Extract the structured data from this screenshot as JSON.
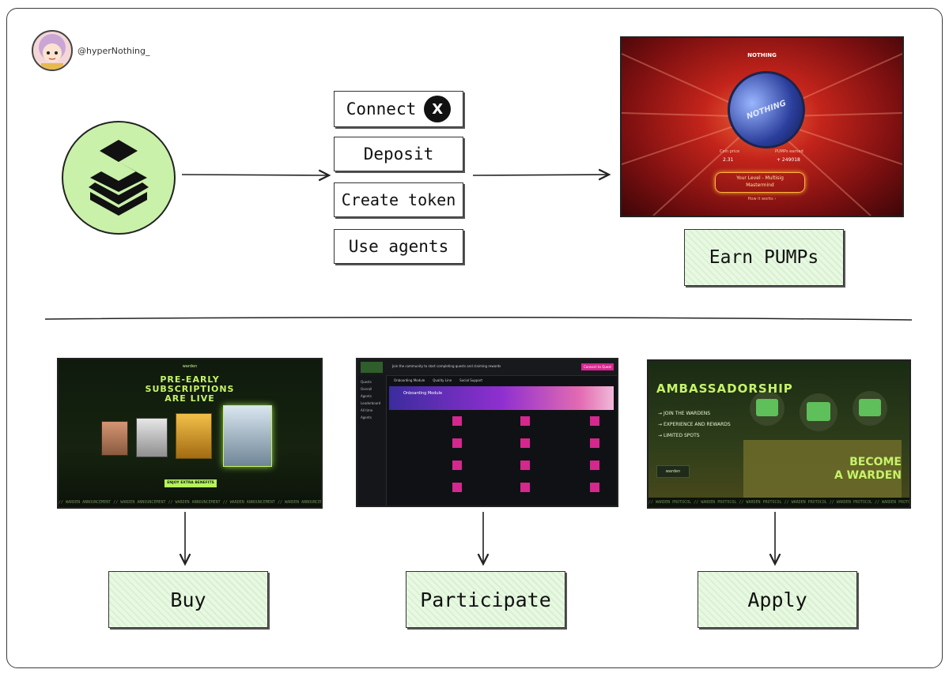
{
  "author": {
    "handle": "@hyperNothing_"
  },
  "flow_top": {
    "actions": [
      "Connect",
      "Deposit",
      "Create token",
      "Use agents"
    ],
    "connect_badge": "X",
    "result_label": "Earn PUMPs",
    "game_screen": {
      "title": "NOTHING",
      "coin_text": "NOTHING",
      "coin_price_label": "Coin price",
      "coin_price_value": "2.31",
      "pumps_label": "PUMPs earned",
      "pumps_value": "+ 249018",
      "level_line1": "Your Level - Multisig",
      "level_line2": "Mastermind",
      "how_link": "How it works ›"
    }
  },
  "flow_bottom": [
    {
      "label": "Buy",
      "screen": {
        "brand": "warden",
        "headline1": "PRE-EARLY",
        "headline2": "SUBSCRIPTIONS",
        "headline3": "ARE LIVE",
        "cta": "ENJOY EXTRA BENEFITS",
        "ticker": "// WARDEN ANNOUNCEMENT // WARDEN ANNOUNCEMENT // WARDEN ANNOUNCEMENT // WARDEN ANNOUNCEMENT // WARDEN ANNOUNCEMENT //"
      }
    },
    {
      "label": "Participate",
      "screen": {
        "banner": "Join the community to start completing quests and claiming rewards",
        "connect": "Connect to Quest",
        "tabs": [
          "Onboarding Module",
          "Quality Line",
          "Social Support"
        ],
        "module_title": "Onboarding Module",
        "sidebar": [
          "Quests",
          "Overall",
          "Agents",
          "Leaderboard",
          "All time",
          "Agents"
        ]
      }
    },
    {
      "label": "Apply",
      "screen": {
        "title": "AMBASSADORSHIP",
        "bullets": [
          "JOIN THE WARDENS",
          "EXPERIENCE AND REWARDS",
          "LIMITED SPOTS"
        ],
        "brand": "warden",
        "cta1": "BECOME",
        "cta2": "A WARDEN",
        "ticker": "// WARDEN PROTOCOL // WARDEN PROTOCOL // WARDEN PROTOCOL // WARDEN PROTOCOL // WARDEN PROTOCOL // WARDEN PROTOCOL //"
      }
    }
  ],
  "colors": {
    "accent_green": "#c9f1a9",
    "dark_green": "#0f1a0d",
    "lime": "#b7f25c",
    "red_bg": "#9a1a14"
  }
}
